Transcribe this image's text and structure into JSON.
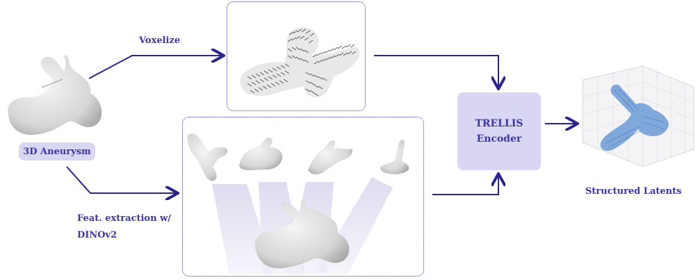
{
  "labels": {
    "voxelize": "Voxelize",
    "aneurysm": "3D Aneurysm",
    "feat_line1": "Feat. extraction w/",
    "feat_line2": "DINOv2",
    "encoder_line1": "TRELLIS",
    "encoder_line2": "Encoder",
    "structured_latents": "Structured Latents"
  },
  "colors": {
    "accent": "#3a35a8",
    "pill_fill": "#d9d6f3",
    "voxel_plot": "#5b8fd0"
  }
}
